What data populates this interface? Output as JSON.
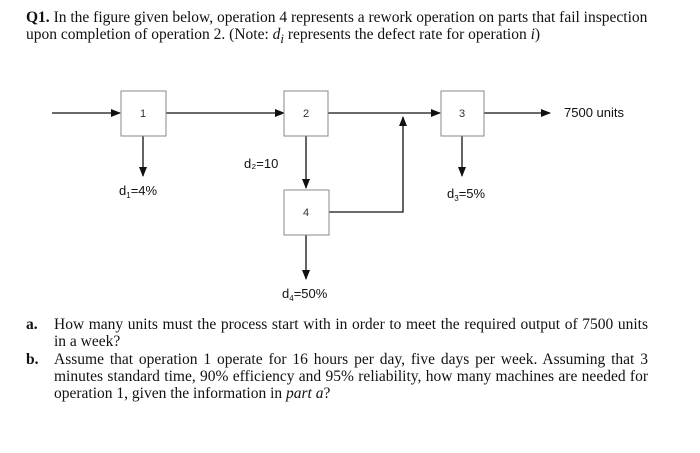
{
  "question": {
    "number": "Q1.",
    "text_before": " In the figure given below, operation 4 represents a rework operation on parts that fail inspection upon completion of operation 2. (Note: ",
    "d_i": "d",
    "d_i_sub": "i",
    "text_middle": " represents the defect rate for operation ",
    "op_i": "i",
    "text_after": ")"
  },
  "diagram": {
    "op1_label": "1",
    "op2_label": "2",
    "op3_label": "3",
    "op4_label": "4",
    "output_label": "7500 units",
    "d1_label": "d",
    "d1_sub": "1",
    "d1_value": "=4%",
    "d2_label": "d₂=10",
    "d3_label": "d",
    "d3_sub": "3",
    "d3_value": "=5%",
    "d4_label": "d",
    "d4_sub": "4",
    "d4_value": "=50%"
  },
  "parts": [
    {
      "label": "a.",
      "text": "How many units must the process start with in order to meet the required output of 7500 units in a week?"
    },
    {
      "label": "b.",
      "text_before": "Assume that operation 1 operate for 16 hours per day, five days per week. Assuming that 3 minutes standard time, 90% efficiency and 95% reliability, how many machines are needed for operation 1, given the information in ",
      "italic": "part a",
      "text_after": "?"
    }
  ]
}
